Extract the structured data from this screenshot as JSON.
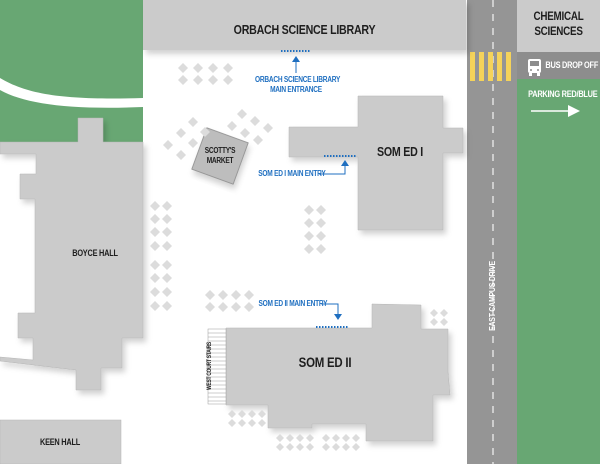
{
  "colors": {
    "grass": "#68a773",
    "building": "#cbcbcb",
    "building_edge": "#a9a9a9",
    "road": "#959595",
    "crosswalk": "#f5d35a",
    "entry_blue": "#1f6fc0",
    "label_dark": "#1e1e1e",
    "paver": "#dcdcdc"
  },
  "buildings": {
    "orbach": "ORBACH SCIENCE LIBRARY",
    "chemical": [
      "CHEMICAL",
      "SCIENCES"
    ],
    "scottys": [
      "SCOTTY'S",
      "MARKET"
    ],
    "som_ed_1": "SOM ED I",
    "boyce": "BOYCE HALL",
    "som_ed_2": "SOM ED II",
    "keen": "KEEN HALL"
  },
  "entries": {
    "orbach_entrance": [
      "ORBACH SCIENCE LIBRARY",
      "MAIN ENTRANCE"
    ],
    "som_ed_1_entry": "SOM ED I MAIN ENTRY",
    "som_ed_2_entry": "SOM ED II MAIN ENTRY"
  },
  "features": {
    "stairs": "WEST COURT STAIRS",
    "road": "EAST CAMPUS DRIVE",
    "bus": "BUS DROP OFF",
    "parking": "PARKING RED/BLUE"
  },
  "icons": {
    "bus": "bus-icon",
    "parking_arrow": "arrow-right-icon",
    "entry_arrow": "arrow-up-icon"
  }
}
